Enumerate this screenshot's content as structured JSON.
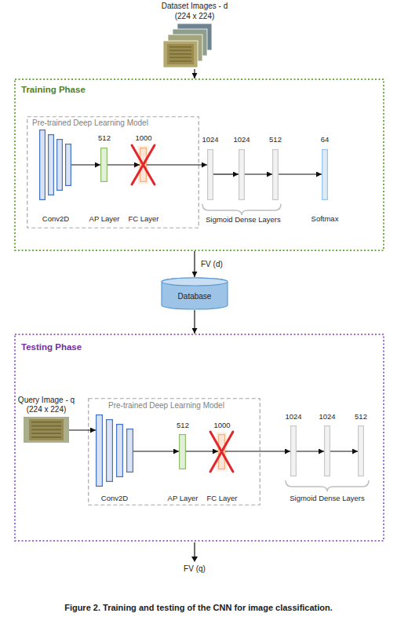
{
  "diagram": {
    "nodes": [
      {
        "text": [
          "Dataset Images - d",
          "(224 x 224)"
        ]
      },
      {
        "text": [
          "Training Phase"
        ]
      },
      {
        "text": [
          "Pre-trained Deep Learning Model"
        ],
        "in": 1
      },
      {
        "text": [
          "Conv2D"
        ],
        "in": 2
      },
      {
        "text": [
          "512",
          "AP Layer"
        ],
        "in": 2
      },
      {
        "text": [
          "1000",
          "FC Layer"
        ],
        "in": 2
      },
      {
        "text": [
          "1024"
        ],
        "in": 1
      },
      {
        "text": [
          "1024"
        ],
        "in": 1
      },
      {
        "text": [
          "512"
        ],
        "in": 1
      },
      {
        "text": [
          "64",
          "Softmax"
        ],
        "in": 1
      },
      {
        "text": [
          "Database"
        ]
      },
      {
        "text": [
          "Testing Phase"
        ]
      },
      {
        "text": [
          "Query Image - q",
          "(224 x 224)"
        ],
        "in": 11
      },
      {
        "text": [
          "Pre-trained Deep Learning Model"
        ],
        "in": 11
      },
      {
        "text": [
          "Conv2D"
        ],
        "in": 13
      },
      {
        "text": [
          "512",
          "AP Layer"
        ],
        "in": 13
      },
      {
        "text": [
          "1000",
          "FC Layer"
        ],
        "in": 13
      },
      {
        "text": [
          "1024"
        ],
        "in": 11
      },
      {
        "text": [
          "1024"
        ],
        "in": 11
      },
      {
        "text": [
          "512"
        ],
        "in": 11
      }
    ],
    "edges": [
      {
        "from": 0,
        "to": 1,
        "arrow": "to"
      },
      {
        "from": 1,
        "to": 10,
        "label": "FV (d)",
        "arrow": "to"
      },
      {
        "from": 10,
        "to": 11,
        "arrow": "to"
      },
      {
        "from": 3,
        "to": 4,
        "arrow": "to"
      },
      {
        "from": 4,
        "to": 5,
        "arrow": "to"
      },
      {
        "from": 5,
        "to": 6,
        "arrow": "to"
      },
      {
        "from": 6,
        "to": 7,
        "arrow": "to"
      },
      {
        "from": 7,
        "to": 8,
        "arrow": "to"
      },
      {
        "from": 8,
        "to": 9,
        "arrow": "to"
      },
      {
        "from": 12,
        "to": 14,
        "arrow": "to"
      },
      {
        "from": 14,
        "to": 15,
        "arrow": "to"
      },
      {
        "from": 15,
        "to": 16,
        "arrow": "to"
      },
      {
        "from": 16,
        "to": 17,
        "arrow": "to"
      },
      {
        "from": 17,
        "to": 18,
        "arrow": "to"
      },
      {
        "from": 18,
        "to": 19,
        "arrow": "to"
      }
    ],
    "labels": [
      "Sigmoid Dense Layers",
      "Sigmoid Dense Layers",
      "FV (q)"
    ],
    "caption": "Figure 2. Training and testing of the CNN for image classification."
  }
}
